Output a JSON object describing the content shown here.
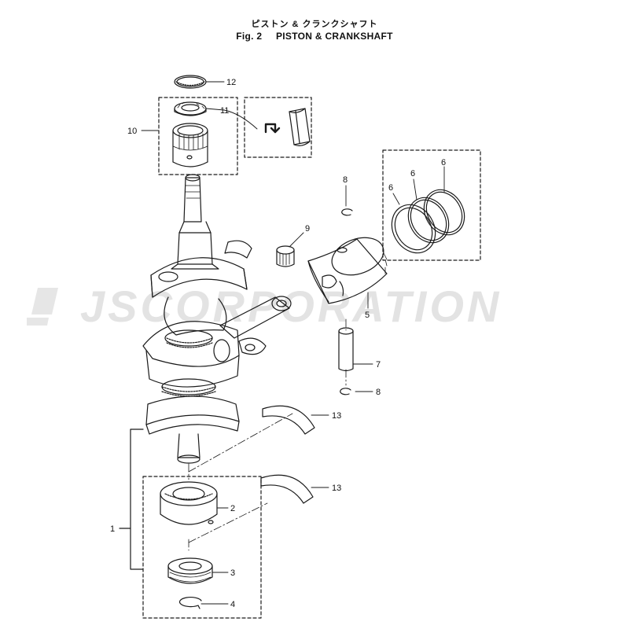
{
  "title": {
    "japanese": "ピストン & クランクシャフト",
    "figure": "Fig. 2",
    "english": "PISTON & CRANKSHAFT"
  },
  "watermark": {
    "text": "JSCORPORATION"
  },
  "callouts": [
    {
      "id": "p12",
      "label": "12"
    },
    {
      "id": "p11",
      "label": "11"
    },
    {
      "id": "p10",
      "label": "10"
    },
    {
      "id": "p8a",
      "label": "8"
    },
    {
      "id": "p9",
      "label": "9"
    },
    {
      "id": "p6a",
      "label": "6"
    },
    {
      "id": "p6b",
      "label": "6"
    },
    {
      "id": "p6c",
      "label": "6"
    },
    {
      "id": "p5",
      "label": "5"
    },
    {
      "id": "p7",
      "label": "7"
    },
    {
      "id": "p8b",
      "label": "8"
    },
    {
      "id": "p13a",
      "label": "13"
    },
    {
      "id": "p13b",
      "label": "13"
    },
    {
      "id": "p2",
      "label": "2"
    },
    {
      "id": "p1",
      "label": "1"
    },
    {
      "id": "p3",
      "label": "3"
    },
    {
      "id": "p4",
      "label": "4"
    }
  ],
  "colors": {
    "line": "#1a1a1a",
    "watermark": "#e3e3e3",
    "background": "#ffffff"
  }
}
